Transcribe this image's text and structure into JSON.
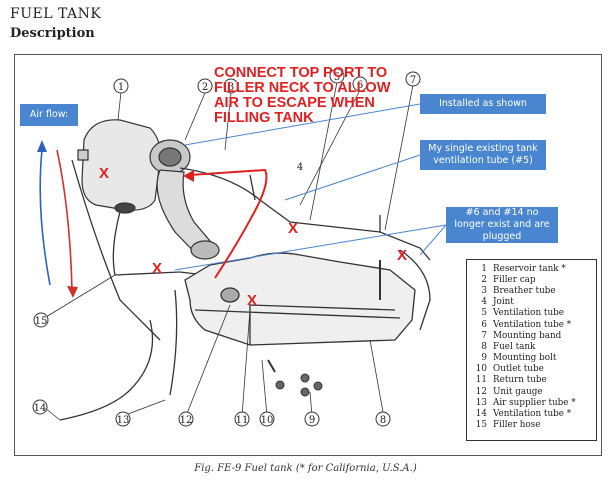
{
  "header": {
    "title": "FUEL TANK",
    "subtitle": "Description"
  },
  "annotations": {
    "air_flow": "Air flow:",
    "installed": "Installed as shown",
    "single_tube": "My single existing tank ventilation tube (#5)",
    "plugged": "#6 and #14 no longer exist and are plugged",
    "connect_note": "CONNECT TOP PORT TO FILLER NECK TO ALLOW AIR TO ESCAPE WHEN FILLING TANK"
  },
  "callouts": [
    "1",
    "2",
    "3",
    "4",
    "5",
    "6",
    "7",
    "8",
    "9",
    "10",
    "11",
    "12",
    "13",
    "14",
    "15"
  ],
  "legend": [
    {
      "num": "1",
      "label": "Reservoir tank *"
    },
    {
      "num": "2",
      "label": "Filler cap"
    },
    {
      "num": "3",
      "label": "Breather tube"
    },
    {
      "num": "4",
      "label": "Joint"
    },
    {
      "num": "5",
      "label": "Ventilation tube"
    },
    {
      "num": "6",
      "label": "Ventilation tube *"
    },
    {
      "num": "7",
      "label": "Mounting band"
    },
    {
      "num": "8",
      "label": "Fuel tank"
    },
    {
      "num": "9",
      "label": "Mounting bolt"
    },
    {
      "num": "10",
      "label": "Outlet tube"
    },
    {
      "num": "11",
      "label": "Return tube"
    },
    {
      "num": "12",
      "label": "Unit gauge"
    },
    {
      "num": "13",
      "label": "Air supplier tube *"
    },
    {
      "num": "14",
      "label": "Ventilation tube *"
    },
    {
      "num": "15",
      "label": "Filler hose"
    }
  ],
  "marks": {
    "x": "X"
  },
  "caption": "Fig. FE-9  Fuel tank (* for California, U.S.A.)",
  "colors": {
    "note_bg": "#4a86d0",
    "red": "#e02020",
    "line": "#333333"
  }
}
